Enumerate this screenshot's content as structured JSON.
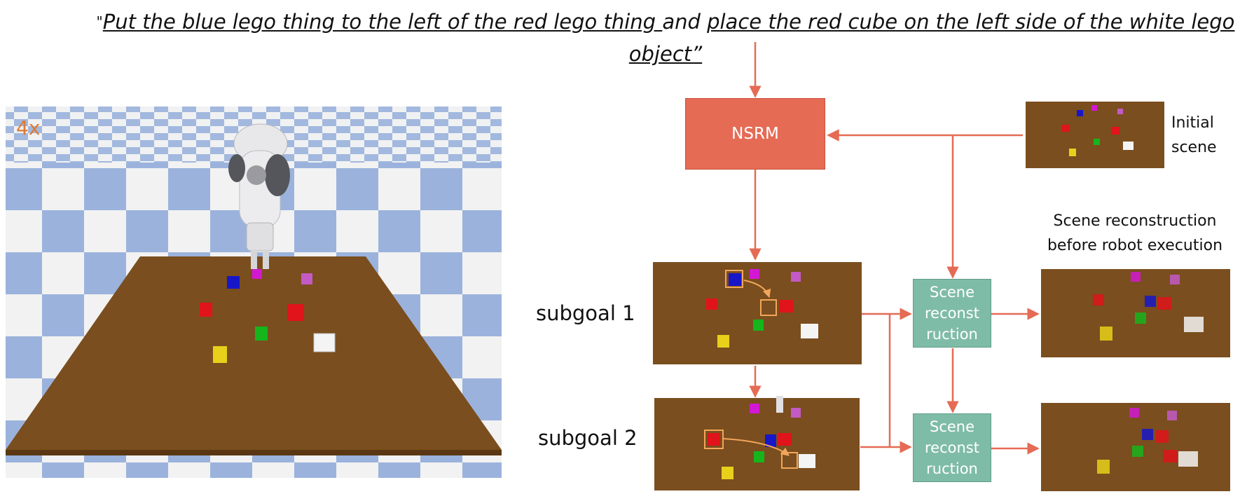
{
  "instruction": {
    "open_quote": "\"",
    "part1": "Put the blue lego thing to the left of the red lego thing ",
    "joiner": "and ",
    "part2": "place the red cube on the left side of the white lego object”"
  },
  "sim": {
    "speed_label": "4x"
  },
  "blocks": {
    "nsrm_label": "NSRM",
    "recon_label": "Scene reconst ruction"
  },
  "labels": {
    "initial_scene": "Initial scene",
    "recon_title": "Scene reconstruction before robot execution",
    "subgoal1": "subgoal 1",
    "subgoal2": "subgoal 2"
  },
  "colors": {
    "arrow": "#e56b55",
    "nsrm": "#e56b55",
    "recon": "#7fbca8",
    "table": "#7a4e1e",
    "floor_blue": "#9bb3dc",
    "floor_white": "#f2f2f2",
    "highlight": "#f2a65a",
    "speed_label": "#e07a33"
  }
}
